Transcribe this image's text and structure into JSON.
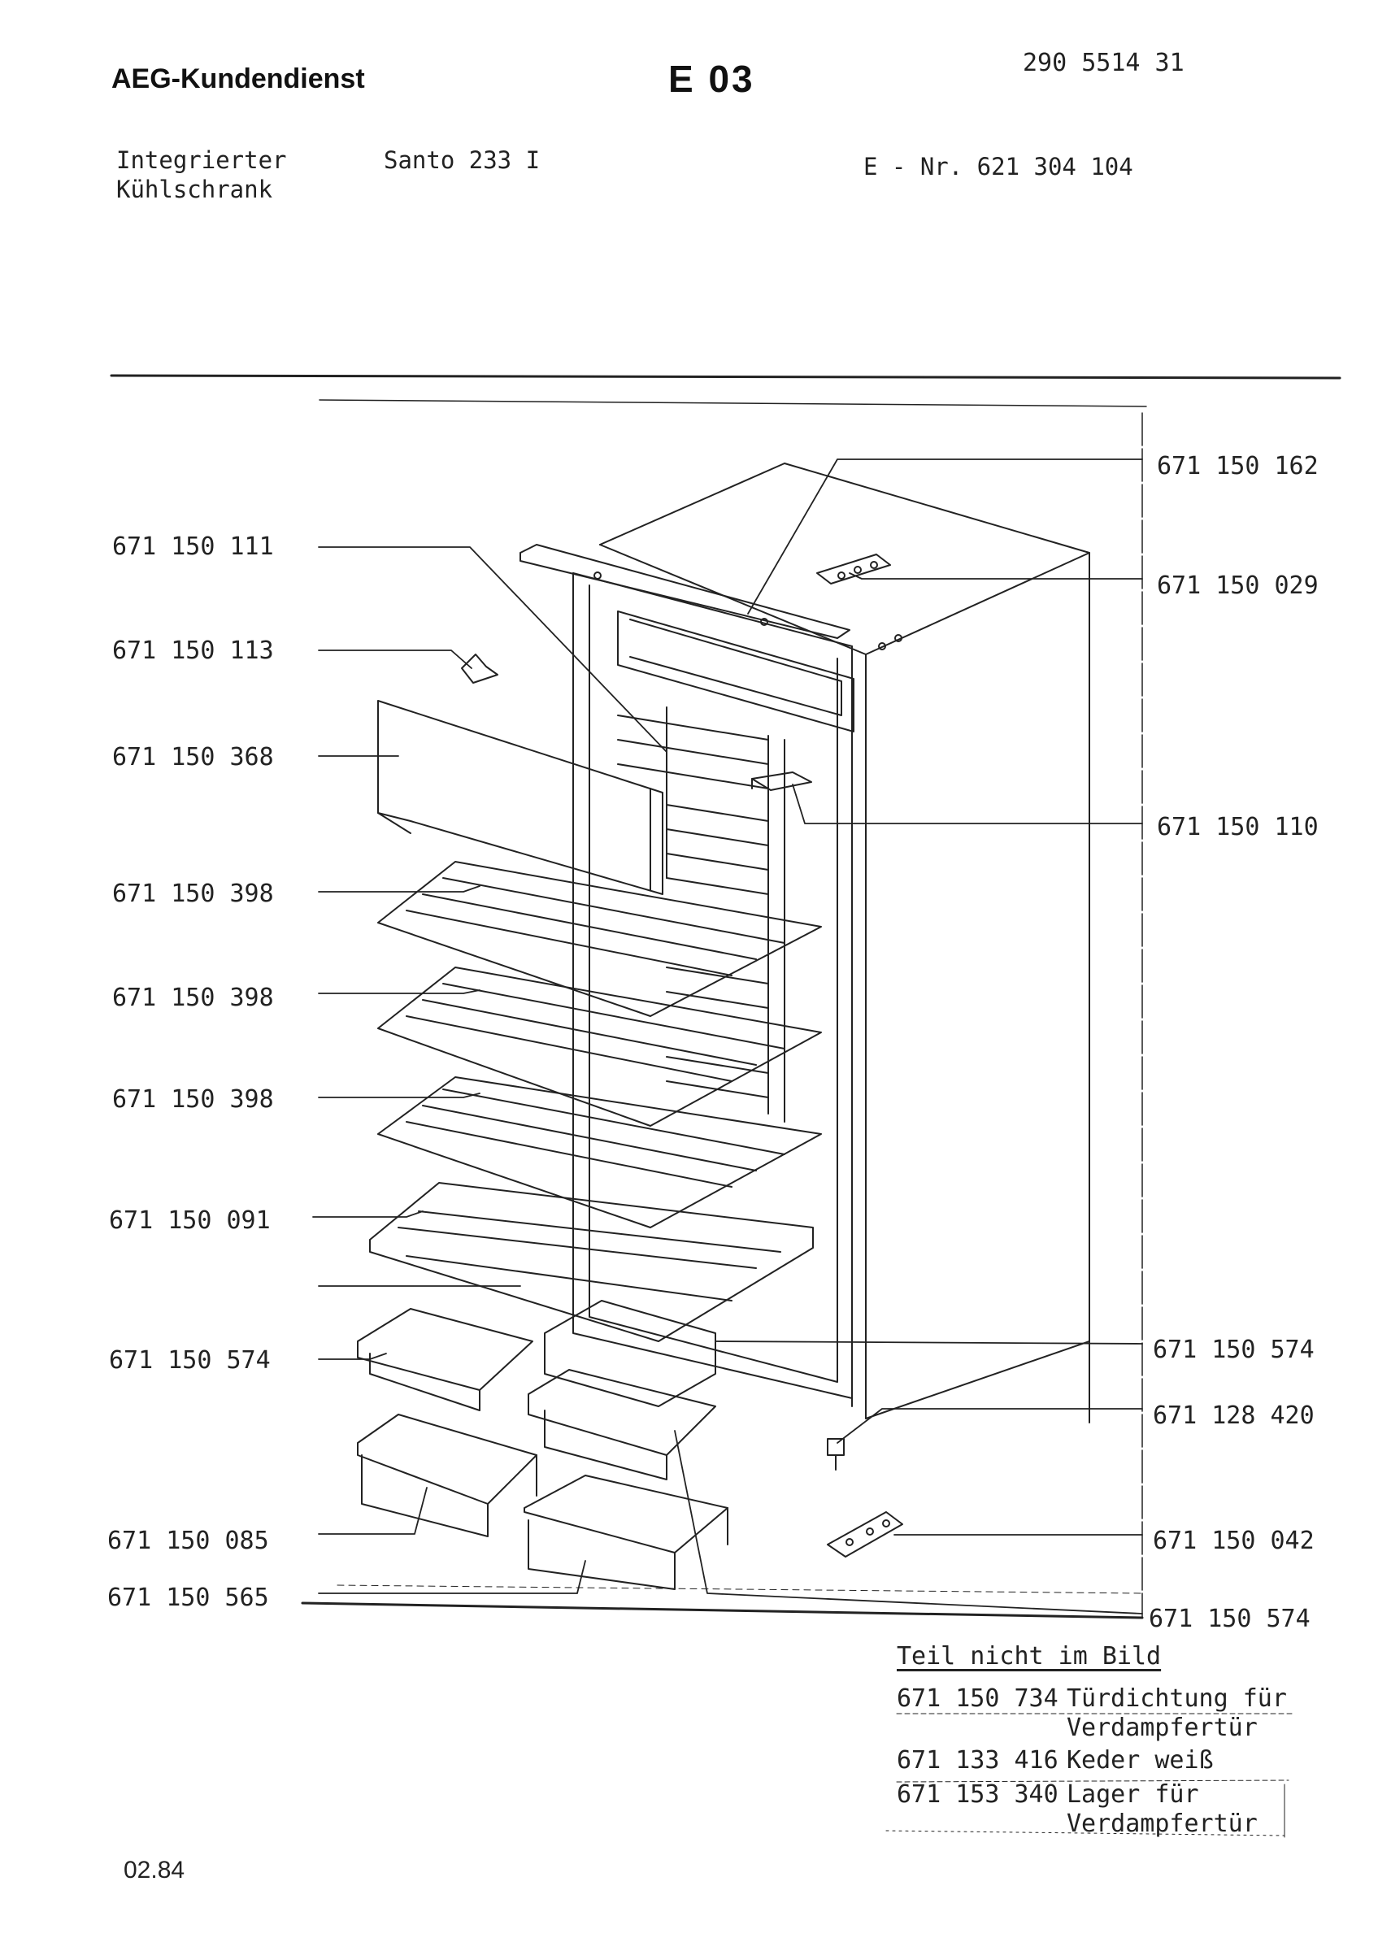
{
  "header": {
    "brand": "AEG-Kundendienst",
    "section_code": "E 03",
    "document_number": "290 5514 31",
    "appliance_type_line1": "Integrierter",
    "appliance_type_line2": "Kühlschrank",
    "model": "Santo 233 I",
    "e_number": "E - Nr. 621 304 104"
  },
  "left_labels": [
    "671 150 111",
    "671 150 113",
    "671 150 368",
    "671 150 398",
    "671 150 398",
    "671 150 398",
    "671 150 091",
    "671 150 574",
    "671 150 085",
    "671 150 565"
  ],
  "right_labels": [
    "671 150 162",
    "671 150 029",
    "671 150 110",
    "671 150 574",
    "671 128 420",
    "671 150 042",
    "671 150 574"
  ],
  "not_pictured": {
    "title": "Teil nicht im Bild",
    "rows": [
      {
        "number": "671 150 734",
        "text1": "Türdichtung für",
        "text2": "Verdampfertür"
      },
      {
        "number": "671 133 416",
        "text1": "Keder weiß",
        "text2": ""
      },
      {
        "number": "671 153 340",
        "text1": "Lager für",
        "text2": "Verdampfertür"
      }
    ]
  },
  "footer": {
    "date": "02.84"
  }
}
